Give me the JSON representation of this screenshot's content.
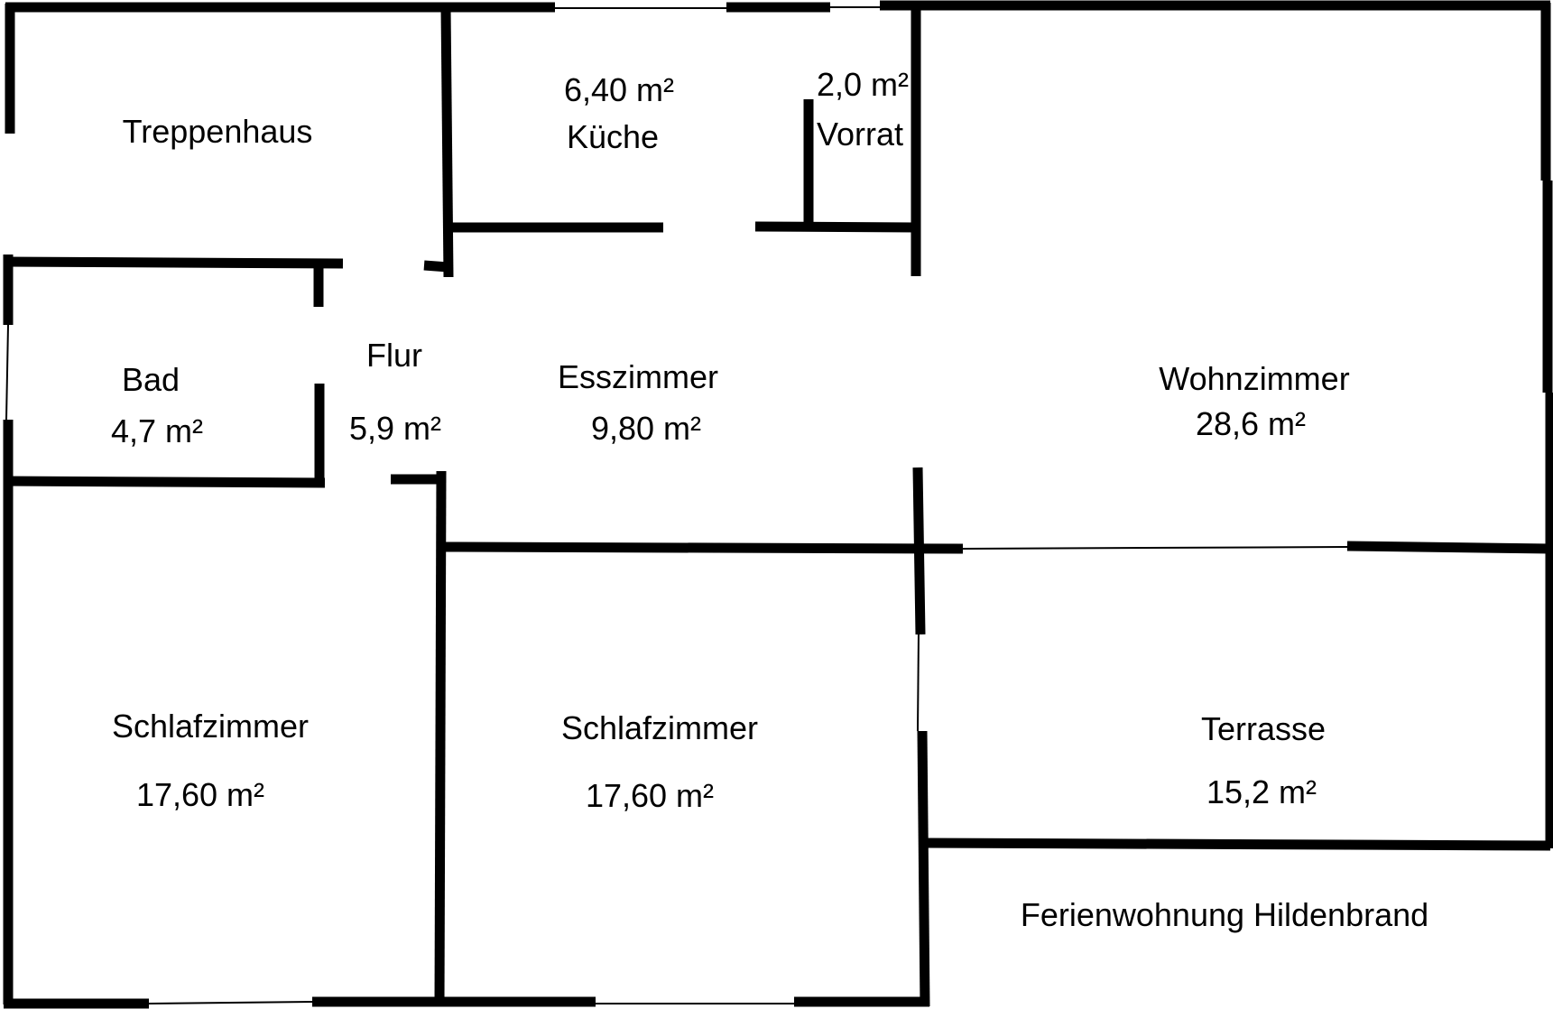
{
  "plan_title": "Ferienwohnung Hildenbrand",
  "rooms": [
    {
      "key": "treppenhaus",
      "name": "Treppenhaus",
      "area": ""
    },
    {
      "key": "kueche",
      "name": "Küche",
      "area": "6,40 m²"
    },
    {
      "key": "vorrat",
      "name": "Vorrat",
      "area": "2,0 m²"
    },
    {
      "key": "bad",
      "name": "Bad",
      "area": "4,7 m²"
    },
    {
      "key": "flur",
      "name": "Flur",
      "area": "5,9 m²"
    },
    {
      "key": "esszimmer",
      "name": "Esszimmer",
      "area": "9,80 m²"
    },
    {
      "key": "wohnzimmer",
      "name": "Wohnzimmer",
      "area": "28,6 m²"
    },
    {
      "key": "schlafzimmer-1",
      "name": "Schlafzimmer",
      "area": "17,60 m²"
    },
    {
      "key": "schlafzimmer-2",
      "name": "Schlafzimmer",
      "area": "17,60 m²"
    },
    {
      "key": "terrasse",
      "name": "Terrasse",
      "area": "15,2 m²"
    }
  ]
}
